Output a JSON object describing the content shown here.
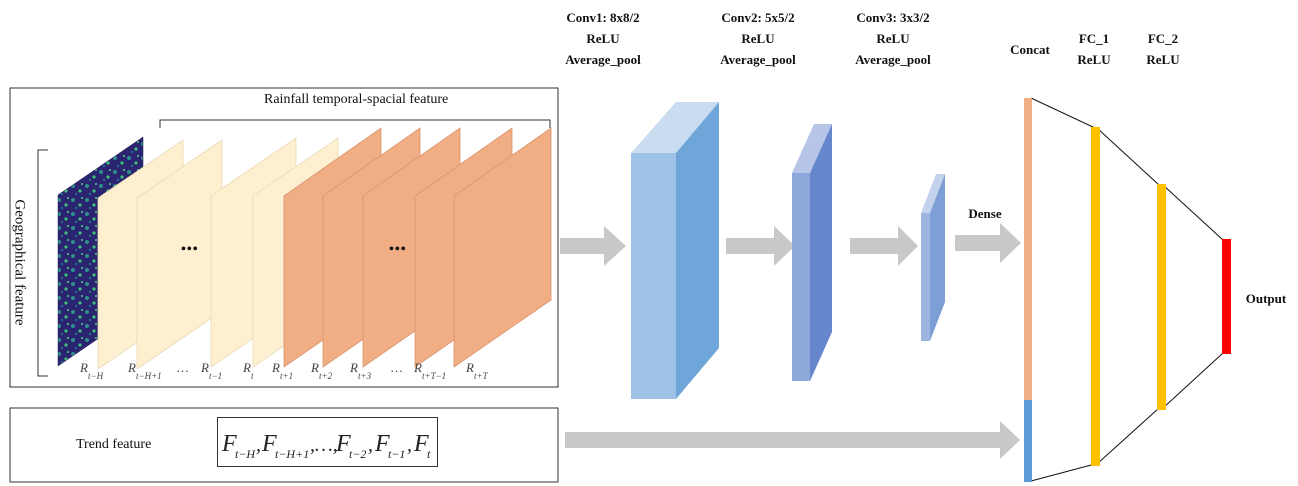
{
  "layers": {
    "conv1": [
      "Conv1: 8x8/2",
      "ReLU",
      "Average_pool"
    ],
    "conv2": [
      "Conv2: 5x5/2",
      "ReLU",
      "Average_pool"
    ],
    "conv3": [
      "Conv3: 3x3/2",
      "ReLU",
      "Average_pool"
    ],
    "concat": "Concat",
    "fc1": [
      "FC_1",
      "ReLU"
    ],
    "fc2": [
      "FC_2",
      "ReLU"
    ],
    "dense": "Dense",
    "output": "Output"
  },
  "input_panel": {
    "rainfall_title": "Rainfall temporal-spacial feature",
    "geo_label": "Geographical feature",
    "ellipsis": "•••",
    "frame_labels": [
      "R",
      "R",
      "…",
      "R",
      "R",
      "R",
      "R",
      "R",
      "…",
      "R",
      "R"
    ],
    "frame_subscripts": [
      "t−H",
      "t−H+1",
      "",
      "t−1",
      "t",
      "t+1",
      "t+2",
      "t+3",
      "",
      "t+T−1",
      "t+T"
    ]
  },
  "trend_panel": {
    "label": "Trend feature",
    "formula": "F",
    "formula_terms": [
      "t−H",
      "t−H+1",
      "…",
      "t−2",
      "t−1",
      "t"
    ]
  },
  "colors": {
    "cream": "#fdefcf",
    "salmon": "#f1ae85",
    "conv1_front": "#9dc2e6",
    "conv1_side": "#6fa6d9",
    "conv2_front": "#8fa8dc",
    "conv2_side": "#6787cc",
    "conv3_front": "#9cb6e0",
    "arrow_gray": "#c8c8c8",
    "concat_top": "#f1ae85",
    "concat_bottom": "#5b9bd5",
    "fc": "#ffc000",
    "output": "#ff0000"
  }
}
